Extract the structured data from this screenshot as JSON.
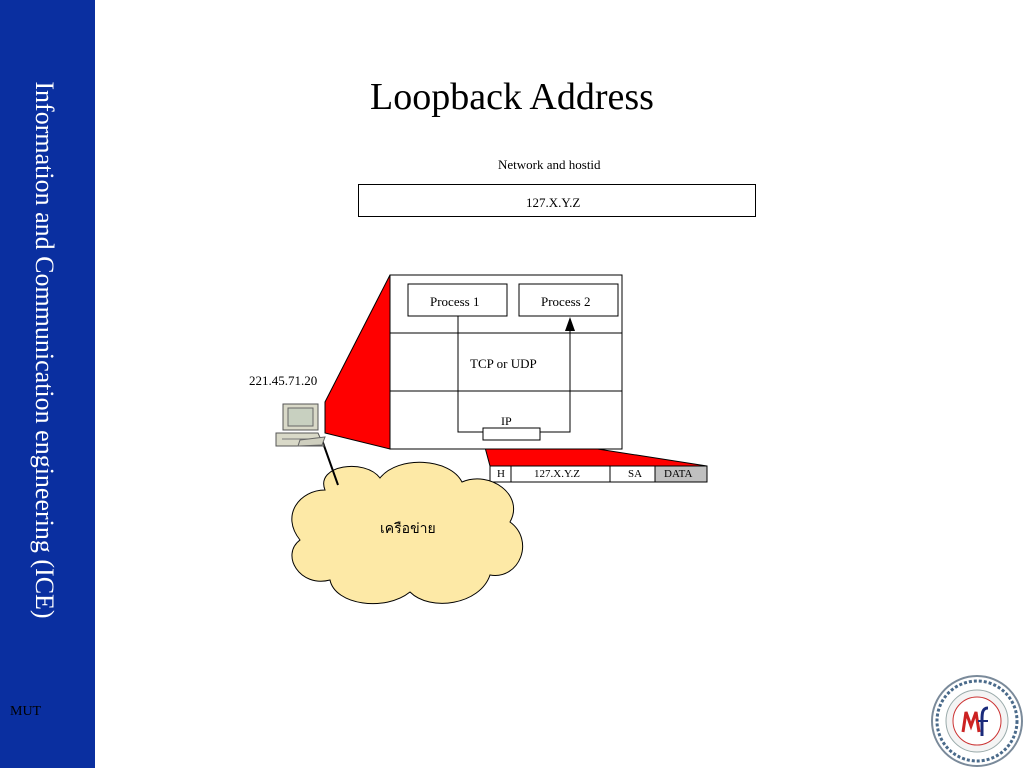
{
  "sidebar": {
    "title": "Information and Communication engineering (ICE)",
    "footer": "MUT",
    "color": "#0a2fa0"
  },
  "slide": {
    "title": "Loopback Address"
  },
  "address_format": {
    "caption": "Network and hostid",
    "value": "127.X.Y.Z"
  },
  "host": {
    "ip": "221.45.71.20"
  },
  "stack": {
    "process1": "Process 1",
    "process2": "Process 2",
    "transport": "TCP or UDP",
    "ip": "IP"
  },
  "packet": {
    "fields": [
      "H",
      "127.X.Y.Z",
      "SA",
      "DATA"
    ]
  },
  "network": {
    "label": "เครือข่าย"
  },
  "colors": {
    "zoom": "#ff0000",
    "cloud": "#fde9a6",
    "data_field": "#c0c0c0"
  }
}
